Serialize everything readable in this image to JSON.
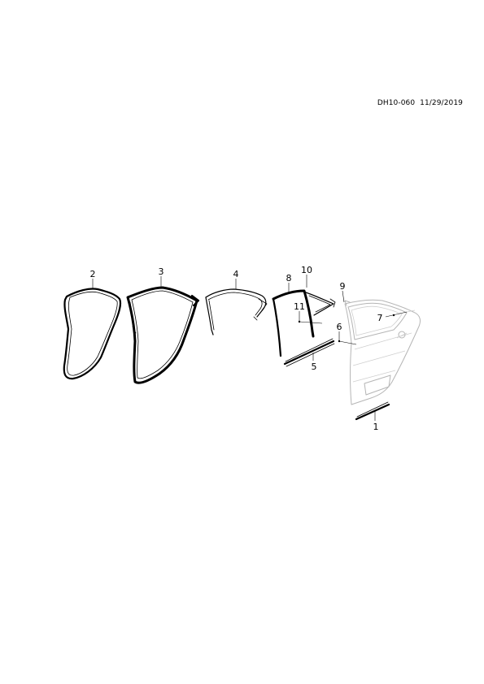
{
  "header": {
    "diagram_code": "DH10-060",
    "date": "11/29/2019"
  },
  "callouts": [
    "1",
    "2",
    "3",
    "4",
    "5",
    "6",
    "7",
    "8",
    "9",
    "10",
    "11"
  ],
  "colors": {
    "part_line": "#000000",
    "door_outline": "#b5b5b5"
  }
}
